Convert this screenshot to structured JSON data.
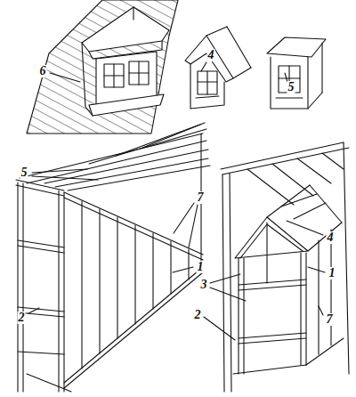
{
  "diagram": {
    "labels": [
      "6",
      "4",
      "5",
      "5",
      "7",
      "1",
      "2",
      "4",
      "3",
      "1",
      "7",
      "2"
    ]
  }
}
